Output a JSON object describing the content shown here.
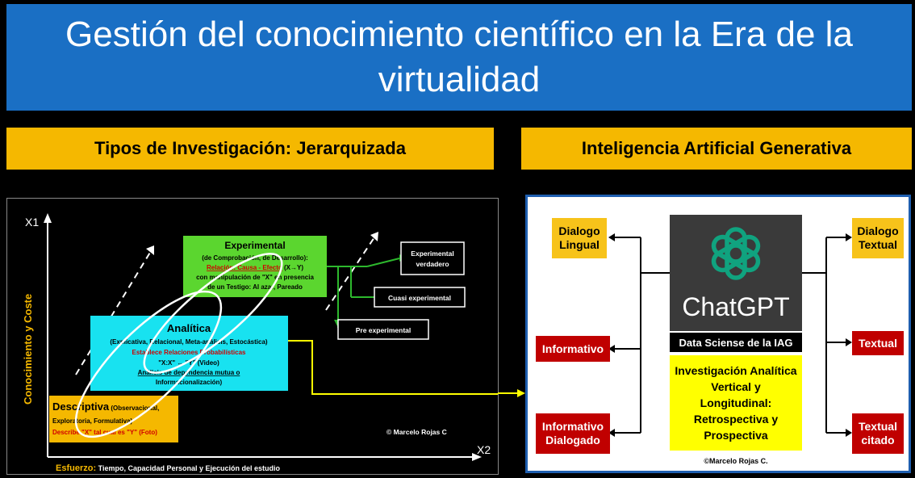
{
  "title": "Gestión del conocimiento científico en la Era de la virtualidad",
  "left_header": "Tipos de Investigación: Jerarquizada",
  "right_header": "Inteligencia Artificial Generativa",
  "left_diagram": {
    "y_axis_mark": "X1",
    "x_axis_mark": "X2",
    "y_axis_label": "Conocimiento y Coste",
    "x_axis_label_accent": "Esfuerzo:",
    "x_axis_label_rest": " Tiempo, Capacidad Personal y Ejecución del estudio",
    "experimental": {
      "title": "Experimental",
      "line1": "(de Comprobación, de Desarrollo):",
      "line2_red": "Relación: Causa - Efecto",
      "line2_rest": " (X→Y)",
      "line3": "con manipulación de \"X\" en presencia",
      "line4": "de un Testigo: Al azar, Pareado"
    },
    "analitica": {
      "title": "Analítica",
      "line1": "(Explicativa, Relacional, Meta-análisis, Estocástica)",
      "line2_red": "Establece Relaciones Probabilísticas",
      "line3": "\"X:X\" ↔ \"Y\" (Video)",
      "line4": "Análisis de dependencia mutua o",
      "line5": "Informacionalización)"
    },
    "descriptiva": {
      "title": "Descriptiva",
      "title_rest": " (Observacional,",
      "line2": "Exploratoria, Formulativa)",
      "line3_red": "Describe \"X\" tal cual es \"Y\" (Foto)"
    },
    "outcomes": [
      "Experimental verdadero",
      "Cuasi experimental",
      "Pre experimental"
    ],
    "credit": "© Marcelo Rojas C"
  },
  "right_diagram": {
    "left_boxes": [
      {
        "text": "Dialogo Lingual",
        "color": "yellow"
      },
      {
        "text": "Informativo",
        "color": "red"
      },
      {
        "text": "Informativo Dialogado",
        "color": "red"
      }
    ],
    "right_boxes": [
      {
        "text": "Dialogo Textual",
        "color": "yellow"
      },
      {
        "text": "Textual",
        "color": "red"
      },
      {
        "text": "Textual citado",
        "color": "red"
      }
    ],
    "logo_text": "ChatGPT",
    "center_label": "Data Sciense de la IAG",
    "center_text": "Investigación Analítica Vertical y Longitudinal: Retrospectiva y Prospectiva",
    "credit": "©Marcelo Rojas C."
  },
  "colors": {
    "banner": "#1a6fc4",
    "header": "#f5b800",
    "yellow_box": "#f7c31a",
    "red_box": "#c00000",
    "experimental_fill": "#5bd62f",
    "analitica_fill": "#18e2f0",
    "descriptiva_fill": "#f5b800",
    "logo_green": "#10a37f"
  }
}
